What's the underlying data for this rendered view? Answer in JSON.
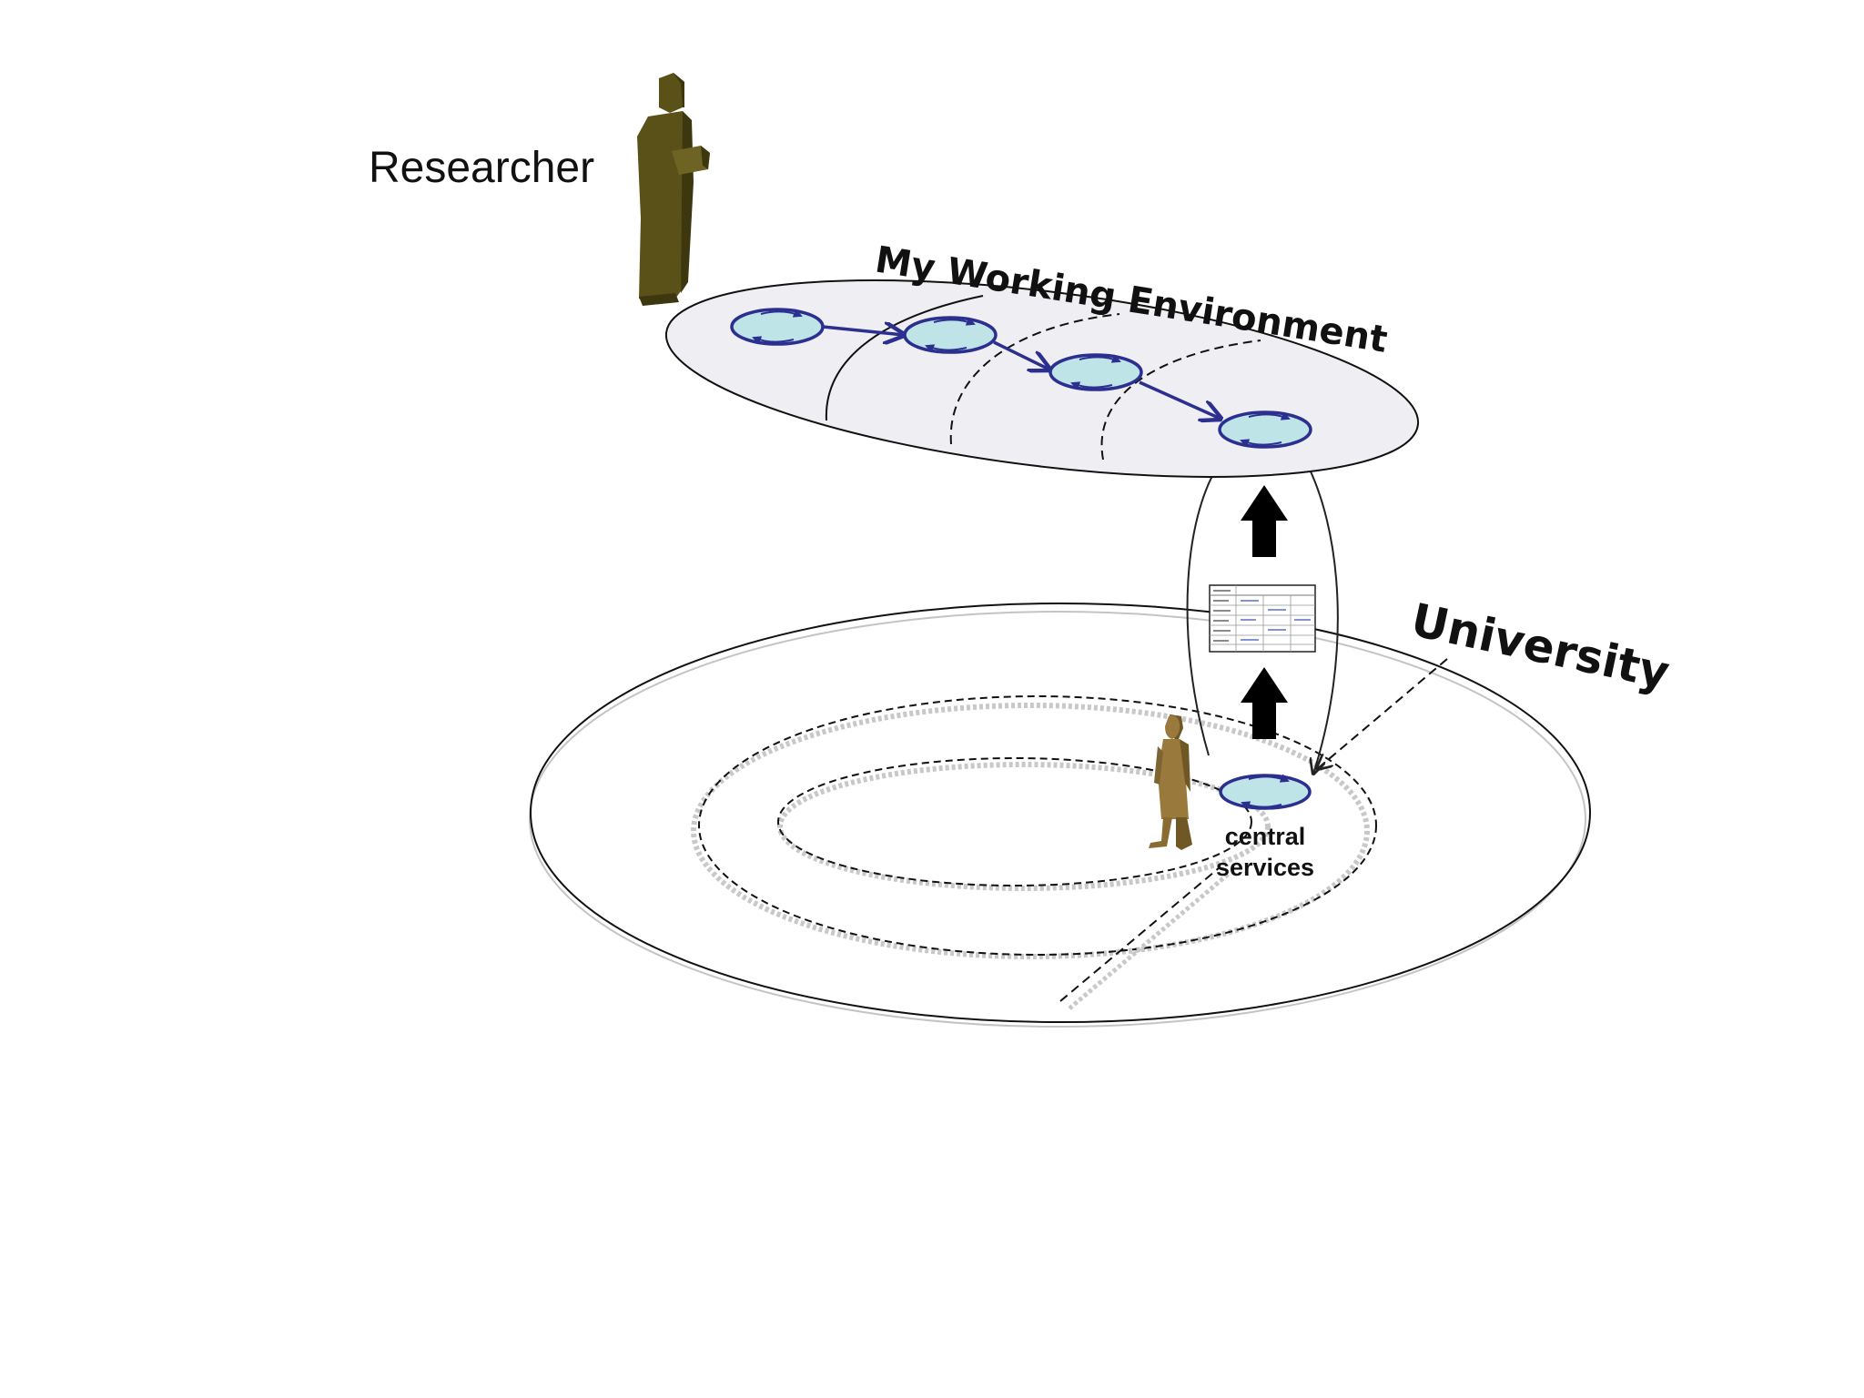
{
  "labels": {
    "researcher": "Researcher",
    "my_working_environment": "My Working Environment",
    "university": "University",
    "central_services_line1": "central",
    "central_services_line2": "services"
  },
  "figures": {
    "researcher": "researcher-figure-icon",
    "staff": "walking-person-icon",
    "document": "table-document-icon"
  },
  "colors": {
    "node_fill": "#bfe4e8",
    "node_stroke": "#2b2f8f",
    "flow_arrow": "#2b2f8f",
    "researcher_figure": "#5a5119",
    "staff_figure": "#9a7a3c",
    "platform_fill": "#efeef3"
  }
}
